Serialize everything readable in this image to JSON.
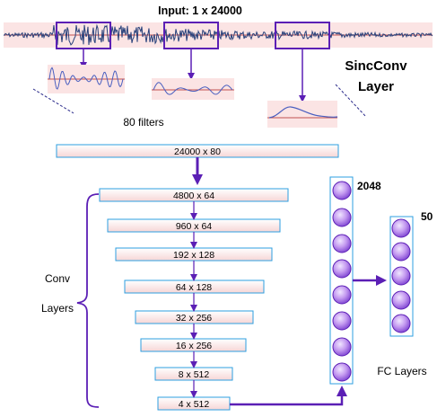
{
  "header": {
    "input_label": "Input: 1 x 24000"
  },
  "sinc": {
    "title_line1": "SincConv",
    "title_line2": "Layer",
    "filters_label": "80 filters"
  },
  "first_layer": {
    "label": "24000 x 80"
  },
  "conv_layers": [
    {
      "label": "4800 x 64"
    },
    {
      "label": "960 x 64"
    },
    {
      "label": "192 x 128"
    },
    {
      "label": "64 x 128"
    },
    {
      "label": "32 x 256"
    },
    {
      "label": "16 x 256"
    },
    {
      "label": "8 x 512"
    },
    {
      "label": "4 x 512"
    }
  ],
  "conv_group": {
    "label_line1": "Conv",
    "label_line2": "Layers"
  },
  "fc": {
    "size1": "2048",
    "size2": "50",
    "label": "FC Layers"
  },
  "colors": {
    "accent": "#5b1fb5",
    "box_border": "#2e9fe0",
    "box_fill_top": "#ffffff",
    "box_fill_bottom": "#f6d6d6",
    "neuron_fill": "#b88ae8",
    "waveform": "#27407a",
    "signal_line": "#c05050"
  }
}
